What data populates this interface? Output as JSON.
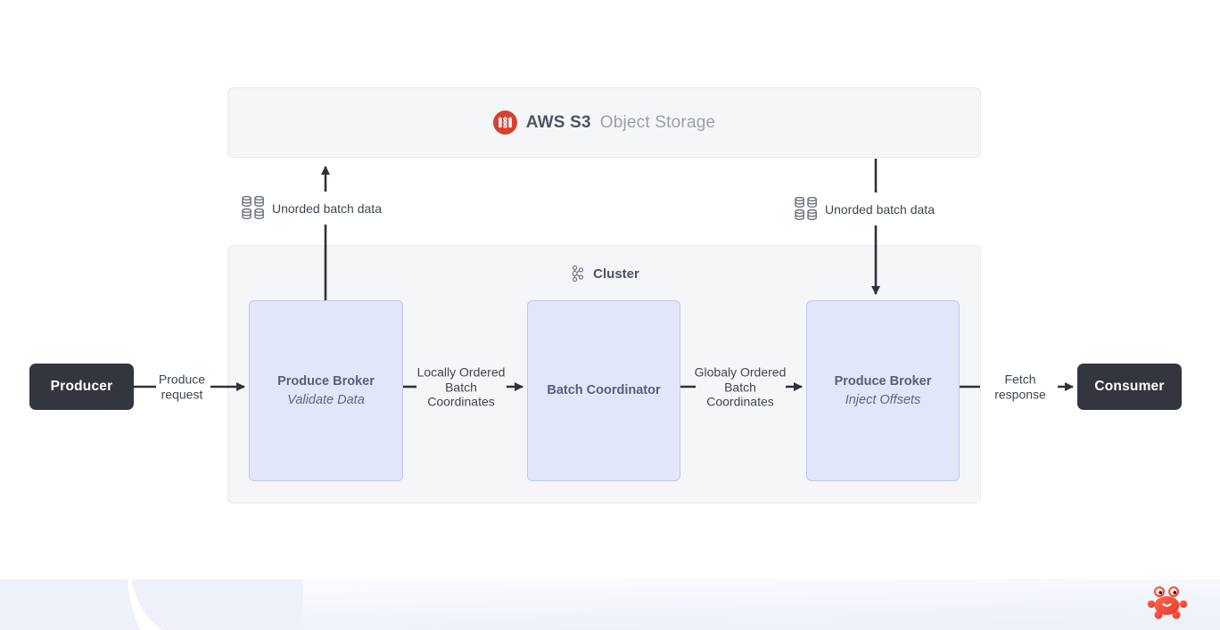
{
  "s3_panel": {
    "brand": "AWS S3",
    "label": "Object Storage",
    "icon": "s3-bucket-icon"
  },
  "cluster_panel": {
    "label": "Cluster",
    "icon": "kafka-cluster-icon"
  },
  "nodes": {
    "producer": {
      "label": "Producer"
    },
    "consumer": {
      "label": "Consumer"
    },
    "broker_validate": {
      "title": "Produce Broker",
      "subtitle": "Validate Data"
    },
    "batch_coordinator": {
      "title": "Batch Coordinator"
    },
    "broker_inject": {
      "title": "Produce Broker",
      "subtitle": "Inject Offsets"
    }
  },
  "edges": {
    "produce_request": {
      "label": "Produce request"
    },
    "locally_ordered": {
      "label": "Locally Ordered Batch Coordinates"
    },
    "globally_ordered": {
      "label": "Globaly Ordered Batch Coordinates"
    },
    "fetch_response": {
      "label": "Fetch response"
    },
    "unorded_left": {
      "label": "Unorded batch data",
      "icon": "database-grid-icon"
    },
    "unorded_right": {
      "label": "Unorded batch data",
      "icon": "database-grid-icon"
    }
  },
  "footer": {
    "logo": "crab-logo-icon"
  },
  "colors": {
    "accent_red": "#D9402F",
    "node_fill": "#E1E6FB",
    "node_border": "#BFC8F4",
    "dark_node": "#33363F",
    "panel_fill": "#F5F6F8",
    "arrow": "#2F323B",
    "icon_gray": "#6B7280",
    "footer_blue": "#EEF1FA"
  }
}
